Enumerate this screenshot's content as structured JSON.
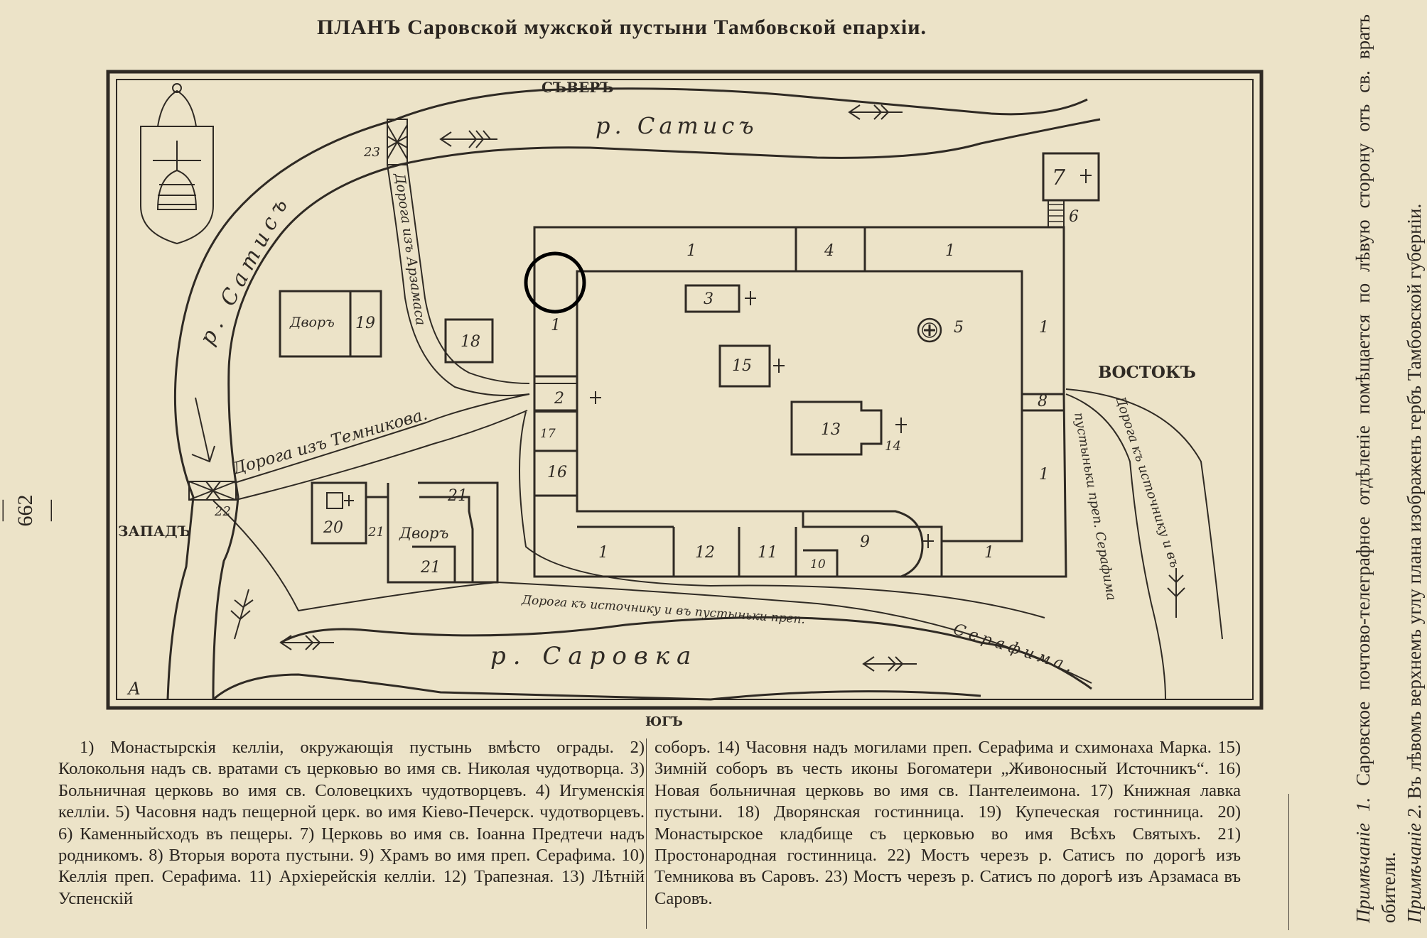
{
  "title": "ПЛАНЪ Саровской мужской пустыни Тамбовской епархiи.",
  "page_number": "— 662 —",
  "map": {
    "directions": {
      "north": "СЪВЕРЪ",
      "south": "ЮГЪ",
      "east": "ВОСТОКЪ",
      "west": "ЗАПАДЪ"
    },
    "rivers": {
      "satis_top": "р. Сатисъ",
      "satis_left": "р. Сатисъ",
      "sarovka": "р. Саровка"
    },
    "roads": {
      "from_arzamas": "Дорога изъ Арзамаса",
      "from_temnikov": "Дорога изъ Темникова.",
      "to_spring": "Дорога къ источнику и въ",
      "hermitage_serafim": "пустыньки преп. Серафима",
      "south_road": "Дорога къ источнику и въ пустыньки преп.",
      "south_road_end": "Серафима."
    },
    "yards": {
      "merchant_yard": "Дворъ",
      "common_yard": "Дворъ"
    },
    "signature": "А"
  },
  "legend_left": "1) Монастырскiя келлiи, окружающiя пустынь вмѣсто ограды. 2) Колокольня надъ св. вратами съ церковью во имя св. Николая чудотворца. 3) Больничная церковь во имя св. Соловецкихъ чудотворцевъ. 4) Игуменскiя келлiи. 5) Часовня надъ пещерной церк. во имя Кiево-Печерск. чудотворцевъ. 6) Каменныйсходъ въ пещеры. 7) Церковь во имя св. Iоанна Предтечи надъ родникомъ. 8) Вторыя ворота пустыни. 9) Храмъ во имя преп. Серафима. 10) Келлiя преп. Серафима. 11) Архiерейскiя келлiи. 12) Трапезная. 13) Лѣтнiй Успенскiй",
  "legend_right": "соборъ. 14) Часовня надъ могилами преп. Серафима и схимонаха Марка. 15) Зимнiй соборъ въ честь иконы Богоматери „Живоносный Источникъ“. 16) Новая больничная церковь во имя св. Пантелеимона. 17) Книжная лавка пустыни. 18) Дворянская гостинница. 19) Купеческая гостинница. 20) Монастырское кладбище съ церковью во имя Всѣхъ Святыхъ. 21) Простонародная гостинница. 22) Мостъ черезъ р. Сатисъ по дорогѣ изъ Темникова въ Саровъ. 23) Мостъ черезъ р. Сатисъ по дорогѣ изъ Арзамаса въ Саровъ.",
  "notes": {
    "note1_label": "Примѣчанiе 1.",
    "note1_text": "Саровское почтово-телеграфное отдѣленiе помѣщается по лѣвую сторону отъ св. вратъ обители.",
    "note2_label": "Примѣчанiе 2.",
    "note2_text": "Въ лѣвомъ верхнемъ углу плана изображенъ гербъ Тамбовской губернiи."
  }
}
